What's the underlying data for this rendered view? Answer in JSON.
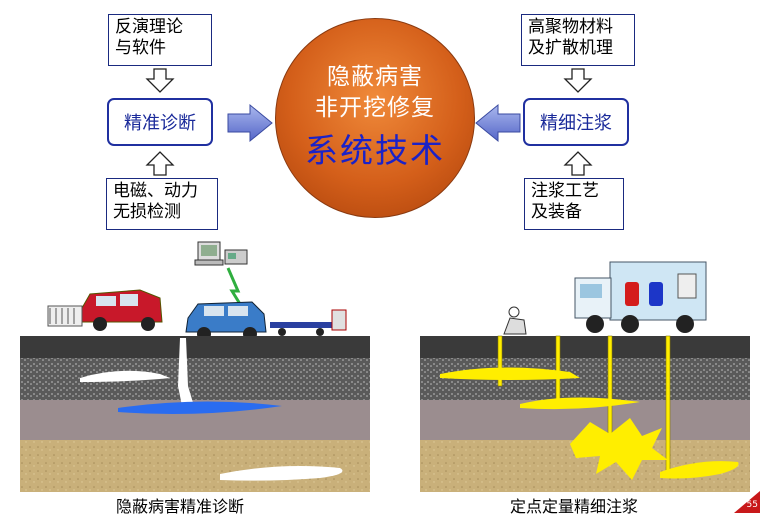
{
  "center": {
    "line1": "隐蔽病害",
    "line2": "非开挖修复",
    "line3": "系统技术"
  },
  "left": {
    "top_box": [
      "反演理论",
      "与软件"
    ],
    "main_box": "精准诊断",
    "bottom_box": [
      "电磁、动力",
      "无损检测"
    ]
  },
  "right": {
    "top_box": [
      "高聚物材料",
      "及扩散机理"
    ],
    "main_box": "精细注浆",
    "bottom_box": [
      "注浆工艺",
      "及装备"
    ]
  },
  "captions": {
    "left": "隐蔽病害精准诊断",
    "right": "定点定量精细注浆"
  },
  "page_number": "55",
  "colors": {
    "accent_blue": "#2030a0",
    "center_orange": "#d45f1a",
    "arrow_blue": "#7b8fd6",
    "slurry_yellow": "#ffee00",
    "void_blue": "#2a6cf0"
  }
}
